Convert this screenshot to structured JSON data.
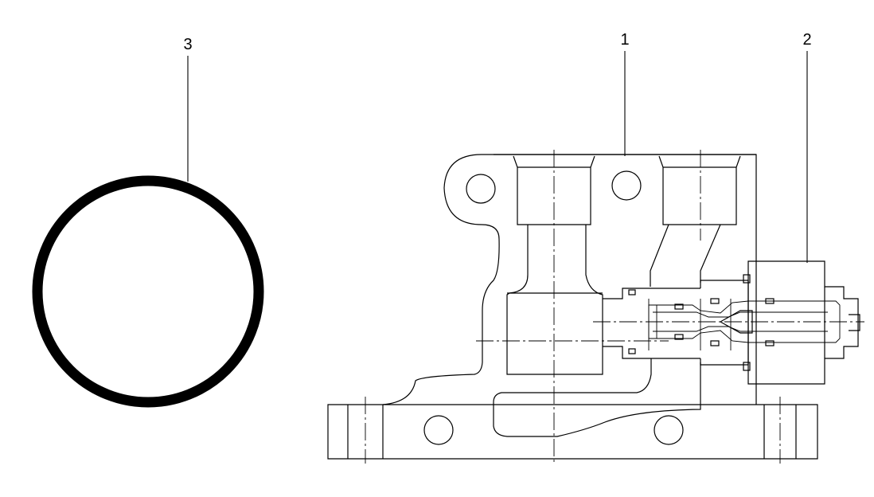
{
  "callouts": {
    "part_1": "1",
    "part_2": "2",
    "part_3": "3"
  },
  "colors": {
    "line": "#000000",
    "background": "#ffffff"
  }
}
